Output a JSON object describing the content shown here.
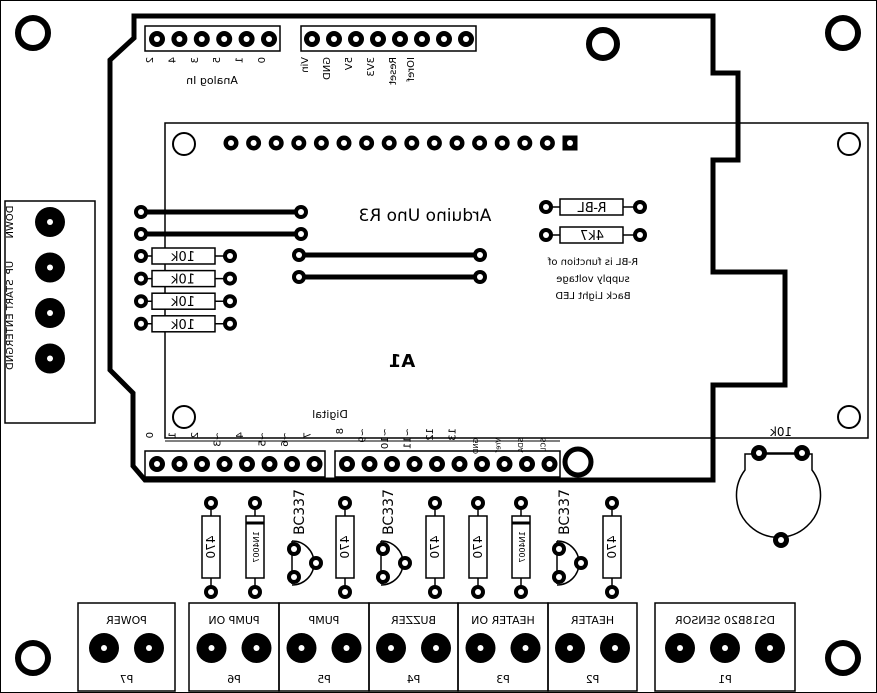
{
  "board": {
    "title": "Arduino Uno R3",
    "designator": "A1",
    "mirrored": true,
    "colors": {
      "ink": "#000000",
      "background": "#ffffff"
    }
  },
  "arduino_headers": {
    "analog_label": "Analog In",
    "analog_pins": [
      "2",
      "4",
      "3",
      "5",
      "1",
      "0"
    ],
    "power_pins": [
      "Vin",
      "GND",
      "5V",
      "3V3",
      "Reset",
      "IOref"
    ],
    "digital_label": "Digital",
    "digital_pins_left": [
      "0",
      "1",
      "2",
      "~3",
      "4",
      "~5",
      "~6",
      "7"
    ],
    "digital_pins_right": [
      "8",
      "~9",
      "~10",
      "~11",
      "12",
      "13",
      "GND",
      "Vref",
      "SDA",
      "SCL"
    ]
  },
  "lcd": {
    "pin_count": 16,
    "potentiometer_value": "10k"
  },
  "backlight": {
    "resistors": [
      "R-BL",
      "4k7"
    ],
    "note_lines": [
      "R-BL is function of",
      "supply voltage",
      "Back Light LED"
    ]
  },
  "pullup_resistors": [
    "10k",
    "10k",
    "10k",
    "10k"
  ],
  "buttons_connector": {
    "labels": [
      "DOWN",
      "UP",
      "START ENTER",
      "GND"
    ]
  },
  "driver_components": [
    {
      "type": "resistor",
      "value": "470"
    },
    {
      "type": "diode",
      "value": "1N4007"
    },
    {
      "type": "transistor",
      "value": "BC337"
    },
    {
      "type": "resistor",
      "value": "470"
    },
    {
      "type": "transistor",
      "value": "BC337"
    },
    {
      "type": "resistor",
      "value": "470"
    },
    {
      "type": "resistor",
      "value": "470"
    },
    {
      "type": "diode",
      "value": "1N4007"
    },
    {
      "type": "transistor",
      "value": "BC337"
    },
    {
      "type": "resistor",
      "value": "470"
    }
  ],
  "connectors": [
    {
      "id": "P7",
      "label": "POWER",
      "pins": 2
    },
    {
      "id": "P6",
      "label": "PUMP ON",
      "pins": 2
    },
    {
      "id": "P5",
      "label": "PUMP",
      "pins": 2
    },
    {
      "id": "P4",
      "label": "BUZZER",
      "pins": 2
    },
    {
      "id": "P3",
      "label": "HEATER ON",
      "pins": 2
    },
    {
      "id": "P2",
      "label": "HEATER",
      "pins": 2
    },
    {
      "id": "P1",
      "label": "DS18B20 SENSOR",
      "pins": 3
    }
  ]
}
